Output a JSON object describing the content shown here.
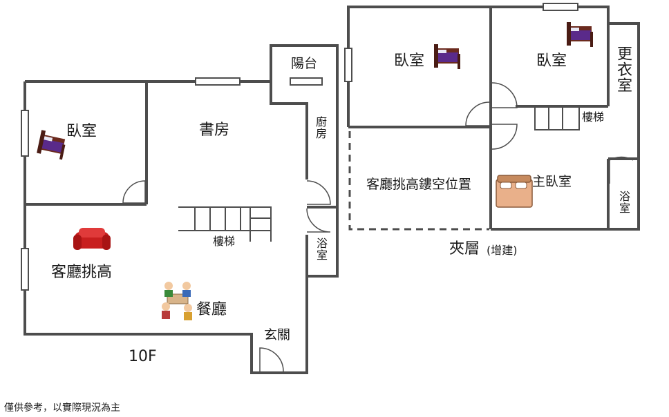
{
  "floor_10f": {
    "label": "10F",
    "rooms": {
      "bedroom_left": "臥室",
      "study": "書房",
      "balcony": "陽台",
      "kitchen": "廚房",
      "stairs": "樓梯",
      "bathroom": "浴室",
      "living_room_high_ceiling": "客廳挑高",
      "dining_room": "餐廳",
      "entrance": "玄關"
    }
  },
  "mezzanine": {
    "label": "夾層",
    "label_note": "(增建)",
    "rooms": {
      "bedroom_1": "臥室",
      "bedroom_2": "臥室",
      "walk_in_closet": "更衣室",
      "stairs": "樓梯",
      "living_void": "客廳挑高鏤空位置",
      "master_bedroom": "主臥室",
      "bathroom": "浴室"
    }
  },
  "disclaimer": "僅供參考，以實際現況為主",
  "colors": {
    "wall": "#4d4d4d",
    "background": "#ffffff",
    "sofa": "#c81e1e",
    "bed_cover": "#5a2a8a",
    "bed_frame": "#6b2a1e",
    "master_bed": "#e9b08a"
  },
  "icons": [
    "bed-icon",
    "sofa-icon",
    "dining-family-icon",
    "master-bed-icon",
    "door-swing-icon"
  ]
}
